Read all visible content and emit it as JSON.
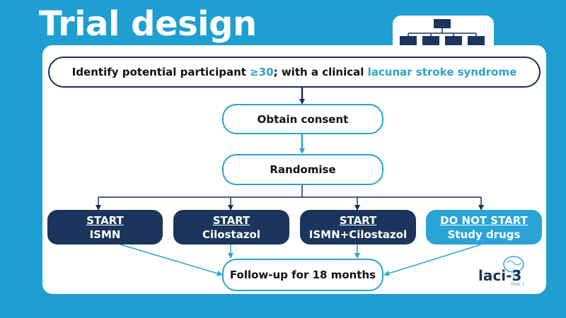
{
  "title": "Trial design",
  "steps": {
    "identify": {
      "prefix": "Identify potential participant ",
      "age": "≥30",
      "middle": "; with a clinical ",
      "highlight": "lacunar stroke syndrome"
    },
    "consent": "Obtain consent",
    "randomise": "Randomise",
    "followup": "Follow-up for 18 months"
  },
  "arms": [
    {
      "action": "START",
      "drug": "ISMN"
    },
    {
      "action": "START",
      "drug": "Cilostazol"
    },
    {
      "action": "START",
      "drug": "ISMN+Cilostazol"
    },
    {
      "action": "DO NOT START",
      "drug": "Study drugs"
    }
  ],
  "logo": {
    "name": "laci-3",
    "sub": "TRIAL 3"
  },
  "colors": {
    "background": "#1f9ed1",
    "navy": "#1b355c",
    "accent": "#2aa4c8",
    "arm_light": "#2aa4d6"
  },
  "icons": [
    "org-chart-icon",
    "brain-icon"
  ]
}
